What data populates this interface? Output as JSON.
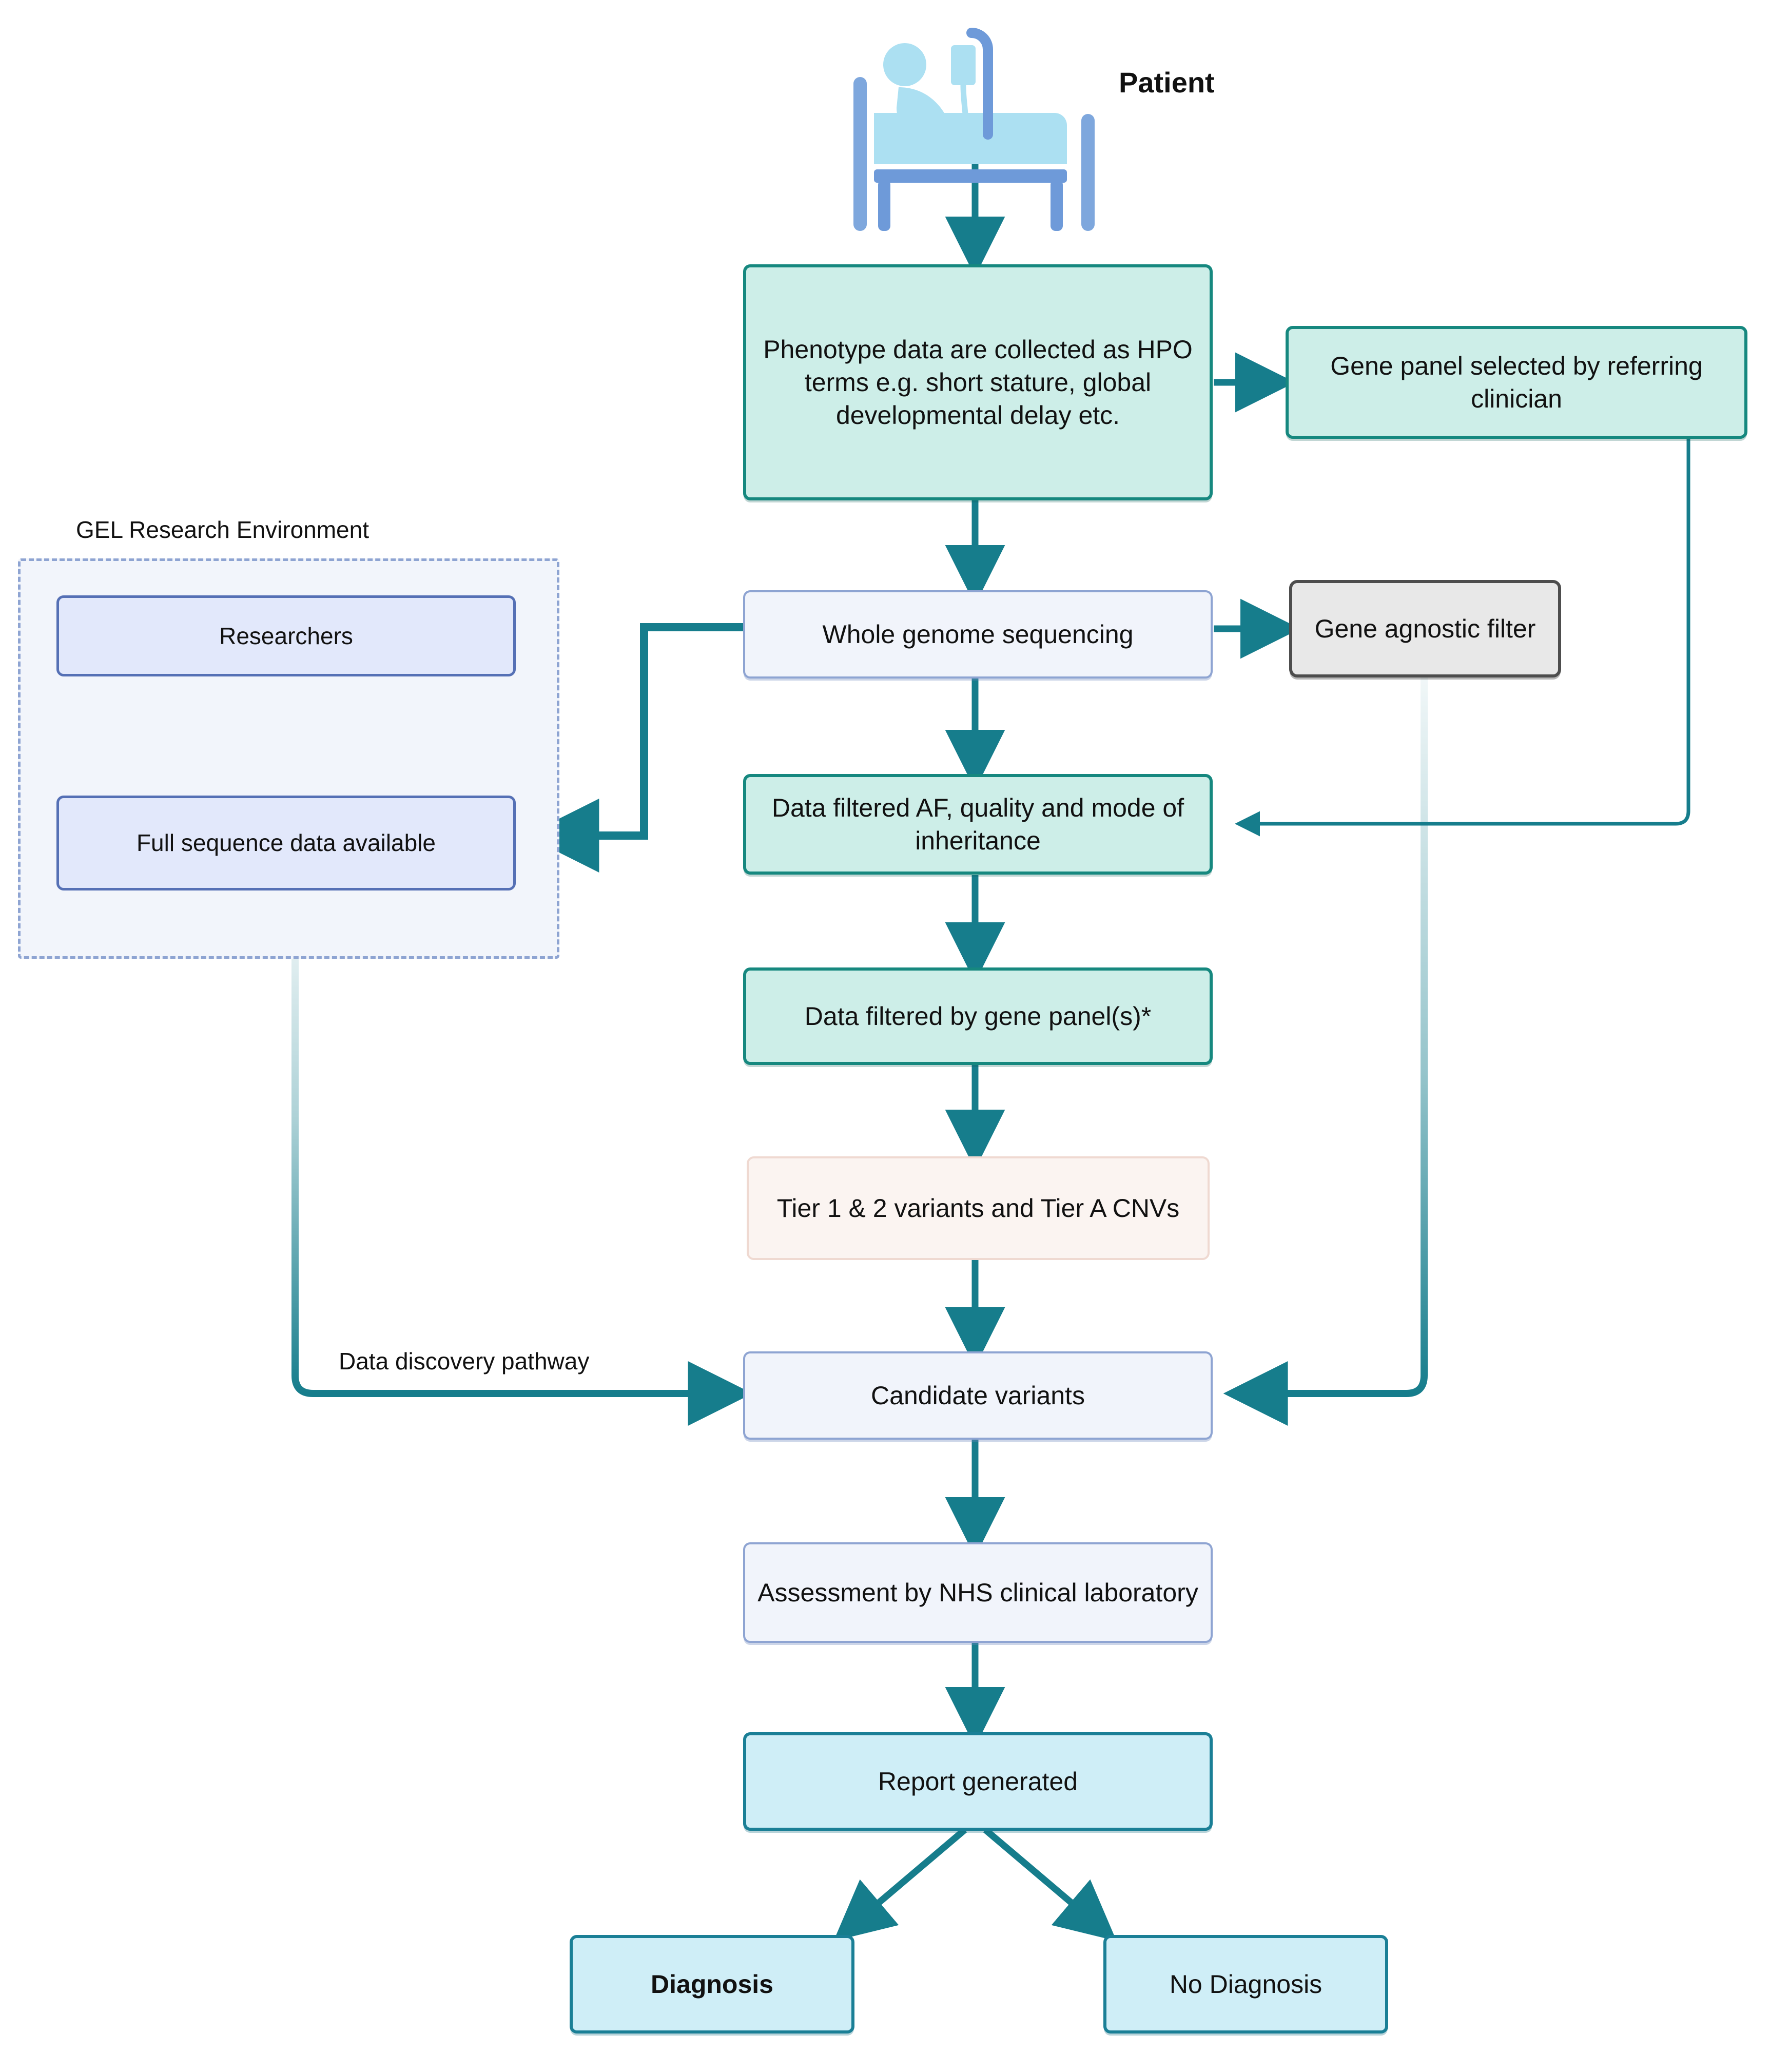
{
  "diagram": {
    "title": "Genomic diagnostic pathway flowchart",
    "colors": {
      "arrow": "#167d8c",
      "mint_fill": "#cdeee8",
      "mint_border": "#16887f",
      "lavender_fill": "#f1f4fb",
      "lavender_border": "#8ea4d2",
      "deep_lavender_fill": "#e2e8fb",
      "deep_lavender_border": "#5570b5",
      "grey_fill": "#e8e8e8",
      "grey_border": "#4d4d4d",
      "pink_fill": "#fbf4f1",
      "pink_border": "#efd9d1",
      "cyan_fill": "#cfeef7",
      "cyan_border": "#1a7f96"
    },
    "patient": {
      "label": "Patient",
      "icon": "patient-in-bed-with-iv-drip"
    },
    "gel": {
      "title": "GEL Research Environment",
      "boxes": [
        {
          "id": "researchers",
          "label": "Researchers"
        },
        {
          "id": "full-sequence-data",
          "label": "Full sequence data available"
        }
      ]
    },
    "labels": [
      {
        "id": "data-discovery-pathway",
        "text": "Data discovery pathway"
      }
    ],
    "nodes": [
      {
        "id": "phenotype-data",
        "label": "Phenotype data are collected as HPO terms e.g. short stature, global developmental delay etc.",
        "style": "mint"
      },
      {
        "id": "gene-panel-selected",
        "label": "Gene panel selected by referring clinician",
        "style": "mint"
      },
      {
        "id": "whole-genome-sequencing",
        "label": "Whole genome sequencing",
        "style": "lavender"
      },
      {
        "id": "gene-agnostic-filter",
        "label": "Gene agnostic filter",
        "style": "grey"
      },
      {
        "id": "data-filtered-af",
        "label": "Data filtered AF, quality and mode of inheritance",
        "style": "mint"
      },
      {
        "id": "data-filtered-panel",
        "label": "Data filtered by gene panel(s)*",
        "style": "mint"
      },
      {
        "id": "tier-variants",
        "label": "Tier 1 & 2 variants and Tier A CNVs",
        "style": "pink"
      },
      {
        "id": "candidate-variants",
        "label": "Candidate variants",
        "style": "lavender"
      },
      {
        "id": "nhs-assessment",
        "label": "Assessment by NHS clinical laboratory",
        "style": "lavender"
      },
      {
        "id": "report-generated",
        "label": "Report generated",
        "style": "cyan"
      },
      {
        "id": "diagnosis",
        "label": "Diagnosis",
        "style": "cyan",
        "bold": true
      },
      {
        "id": "no-diagnosis",
        "label": "No Diagnosis",
        "style": "cyan"
      }
    ],
    "edges": [
      {
        "from": "patient",
        "to": "phenotype-data"
      },
      {
        "from": "phenotype-data",
        "to": "gene-panel-selected"
      },
      {
        "from": "phenotype-data",
        "to": "whole-genome-sequencing"
      },
      {
        "from": "whole-genome-sequencing",
        "to": "gene-agnostic-filter"
      },
      {
        "from": "whole-genome-sequencing",
        "to": "full-sequence-data"
      },
      {
        "from": "whole-genome-sequencing",
        "to": "data-filtered-af"
      },
      {
        "from": "gene-panel-selected",
        "to": "data-filtered-af"
      },
      {
        "from": "data-filtered-af",
        "to": "data-filtered-panel"
      },
      {
        "from": "data-filtered-panel",
        "to": "tier-variants"
      },
      {
        "from": "tier-variants",
        "to": "candidate-variants"
      },
      {
        "from": "gene-agnostic-filter",
        "to": "candidate-variants"
      },
      {
        "from": "full-sequence-data",
        "to": "candidate-variants",
        "label": "Data discovery pathway"
      },
      {
        "from": "candidate-variants",
        "to": "nhs-assessment"
      },
      {
        "from": "nhs-assessment",
        "to": "report-generated"
      },
      {
        "from": "report-generated",
        "to": "diagnosis"
      },
      {
        "from": "report-generated",
        "to": "no-diagnosis"
      }
    ]
  }
}
